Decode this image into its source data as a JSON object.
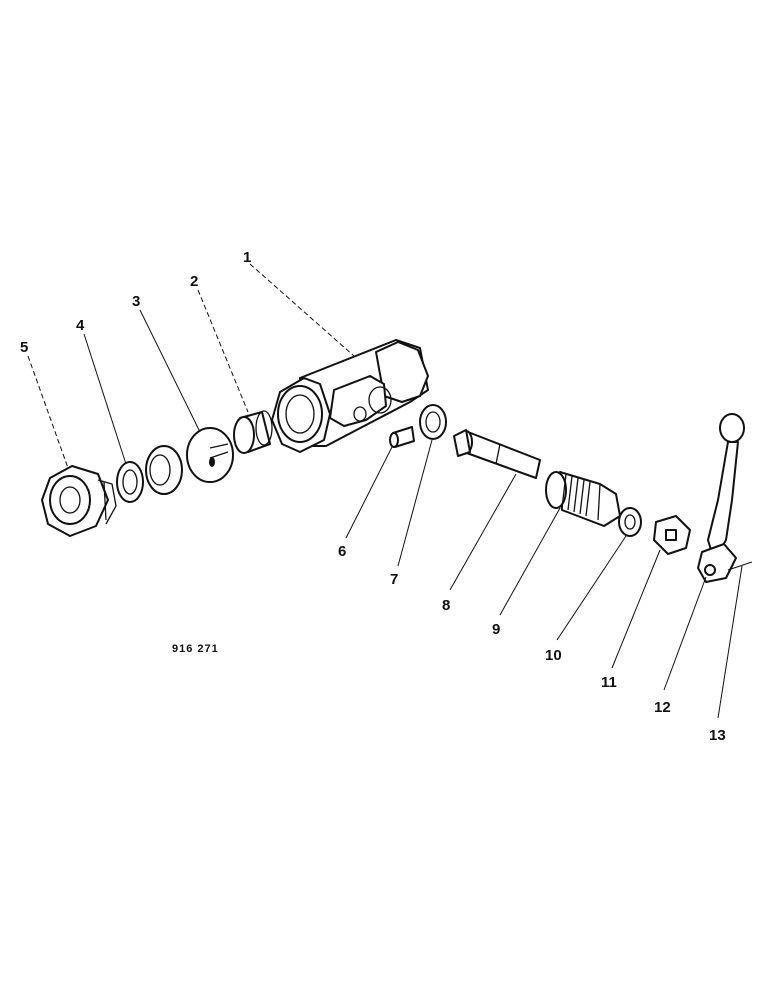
{
  "drawing": {
    "reference_code": "916 271",
    "callouts": [
      "1",
      "2",
      "3",
      "4",
      "5",
      "6",
      "7",
      "8",
      "9",
      "10",
      "11",
      "12",
      "13"
    ],
    "parts": [
      {
        "id": "1",
        "icon": "valve-body-icon"
      },
      {
        "id": "2",
        "icon": "seat-ring-icon"
      },
      {
        "id": "3",
        "icon": "ball-icon"
      },
      {
        "id": "4",
        "icon": "washer-icon"
      },
      {
        "id": "5",
        "icon": "end-nut-icon"
      },
      {
        "id": "6",
        "icon": "pin-icon"
      },
      {
        "id": "7",
        "icon": "washer-icon"
      },
      {
        "id": "8",
        "icon": "stem-icon"
      },
      {
        "id": "9",
        "icon": "gland-nut-icon"
      },
      {
        "id": "10",
        "icon": "washer-icon"
      },
      {
        "id": "11",
        "icon": "stop-plate-icon"
      },
      {
        "id": "12",
        "icon": "screw-icon"
      },
      {
        "id": "13",
        "icon": "handle-lever-icon"
      }
    ]
  }
}
